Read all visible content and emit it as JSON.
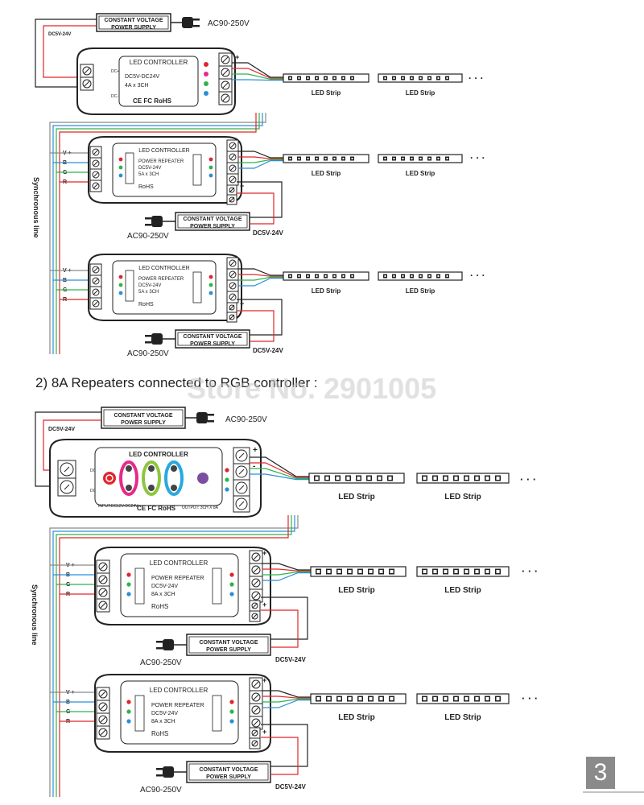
{
  "section2_heading": "2) 8A Repeaters connected to RGB controller :",
  "watermark": "Store No. 2901005",
  "page_number": "3",
  "labels": {
    "psu_line1": "CONSTANT VOLTAGE",
    "psu_line2": "POWER SUPPLY",
    "ac_input": "AC90-250V",
    "dc_output": "DC5V-24V",
    "led_strip": "LED Strip",
    "sync_line": "Synchronous line",
    "ellipsis": "· · ·",
    "dc_plus": "DC+",
    "dc_minus": "DC-",
    "v_plus": "V +",
    "b_minus": "B -",
    "g_minus": "G -",
    "r_minus": "R -",
    "plus": "+",
    "minus": "-",
    "ce_fc_rohs": "CE FC RoHS",
    "rohs": "RoHS",
    "led_controller": "LED CONTROLLER",
    "power_repeater": "POWER REPEATER",
    "ctrl1_spec1": "DC5V-DC24V",
    "ctrl1_spec2": "4A x 3CH",
    "rep1_spec1": "DC5V-24V",
    "rep1_spec2": "5A x 3CH",
    "rep2_spec1": "DC5V-24V",
    "rep2_spec2": "8A x 3CH",
    "ctrl2_input": "INPUT:DC12V-DC24V",
    "ctrl2_output": "OUTPUT: 3CH X 8A",
    "r": "R",
    "g": "G",
    "b": "B"
  },
  "colors": {
    "red": "#e0262b",
    "green": "#2fb34a",
    "blue": "#2a8fd6",
    "black": "#222222",
    "gray": "#8a8a8a",
    "pink": "#e62a8a",
    "lime": "#8dc63f",
    "cyan": "#28a9e0",
    "purple": "#7b4fa0"
  }
}
